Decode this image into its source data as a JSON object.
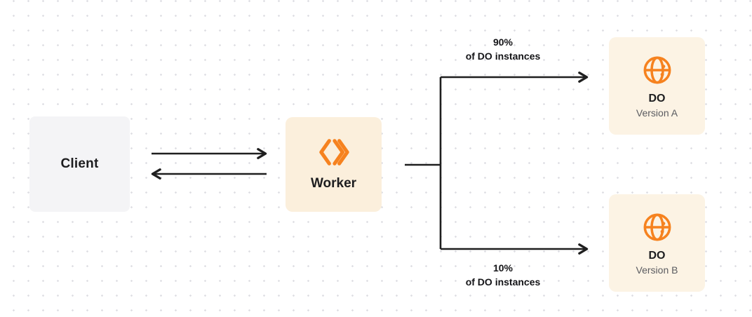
{
  "diagram": {
    "nodes": {
      "client": {
        "label": "Client"
      },
      "worker": {
        "label": "Worker",
        "icon": "workers-chevrons-icon"
      },
      "do_version_a": {
        "title": "DO",
        "subtitle": "Version A",
        "icon": "globe-icon"
      },
      "do_version_b": {
        "title": "DO",
        "subtitle": "Version B",
        "icon": "globe-icon"
      }
    },
    "branches": {
      "top": {
        "percent": "90%",
        "caption": "of DO instances"
      },
      "bottom": {
        "percent": "10%",
        "caption": "of DO instances"
      }
    },
    "colors": {
      "accent_orange": "#F6821F",
      "worker_box": "#FBEFDC",
      "do_box": "#FCF3E4",
      "client_box": "#F4F4F6",
      "arrow": "#1F1F1F",
      "text_dark": "#1D1D1F",
      "text_gray": "#5A5B60",
      "grid_dot": "#DFDFE4"
    }
  }
}
